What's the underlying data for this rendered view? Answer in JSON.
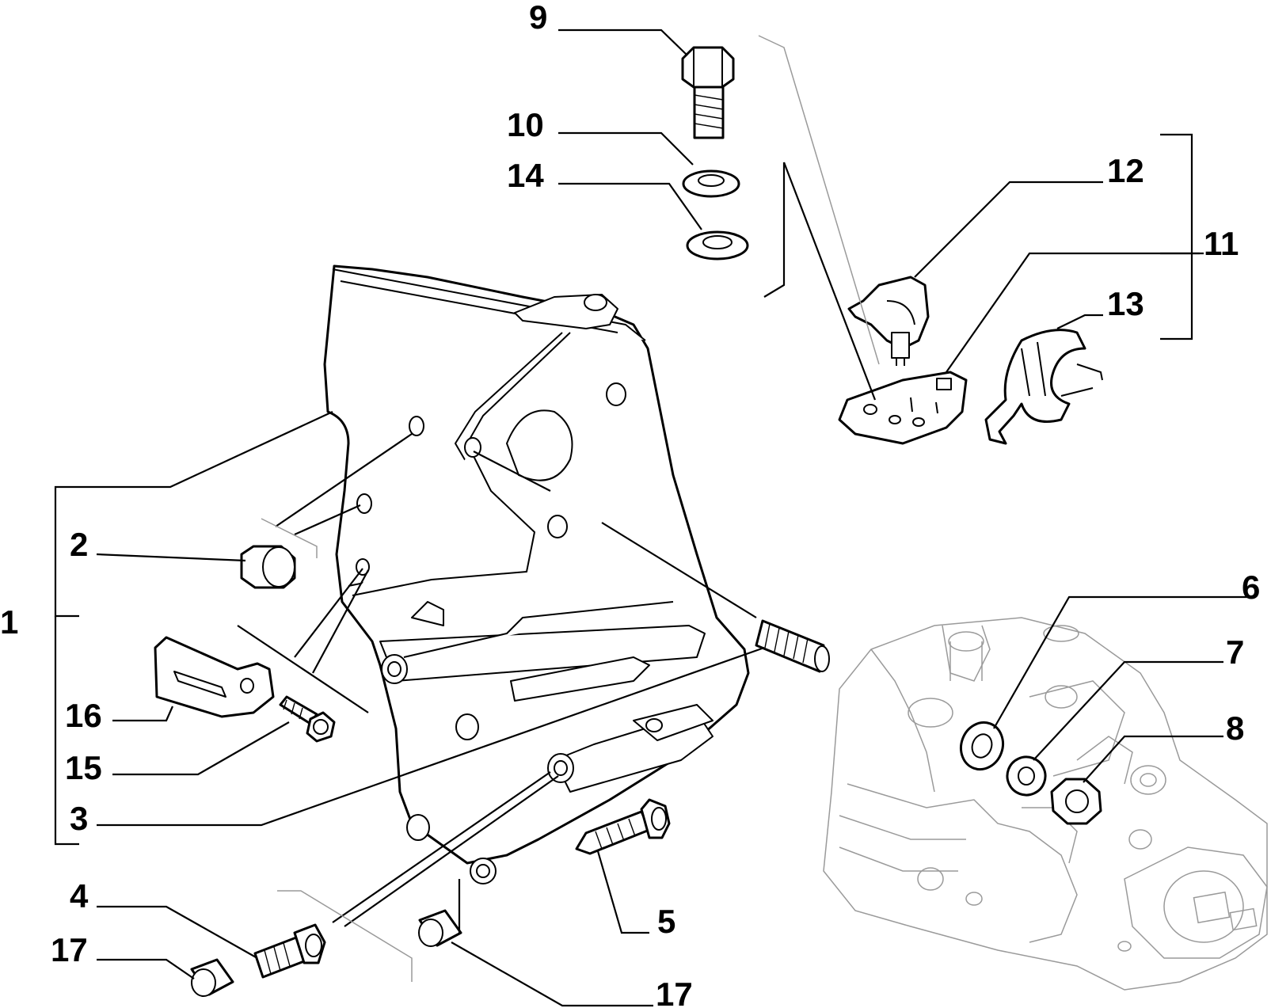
{
  "diagram": {
    "callouts": [
      {
        "id": "c9",
        "label": "9"
      },
      {
        "id": "c10",
        "label": "10"
      },
      {
        "id": "c14",
        "label": "14"
      },
      {
        "id": "c12",
        "label": "12"
      },
      {
        "id": "c11",
        "label": "11"
      },
      {
        "id": "c13",
        "label": "13"
      },
      {
        "id": "c2",
        "label": "2"
      },
      {
        "id": "c1",
        "label": "1"
      },
      {
        "id": "c16",
        "label": "16"
      },
      {
        "id": "c15",
        "label": "15"
      },
      {
        "id": "c3",
        "label": "3"
      },
      {
        "id": "c4",
        "label": "4"
      },
      {
        "id": "c17a",
        "label": "17"
      },
      {
        "id": "c17b",
        "label": "17"
      },
      {
        "id": "c5",
        "label": "5"
      },
      {
        "id": "c6",
        "label": "6"
      },
      {
        "id": "c7",
        "label": "7"
      },
      {
        "id": "c8",
        "label": "8"
      }
    ]
  }
}
